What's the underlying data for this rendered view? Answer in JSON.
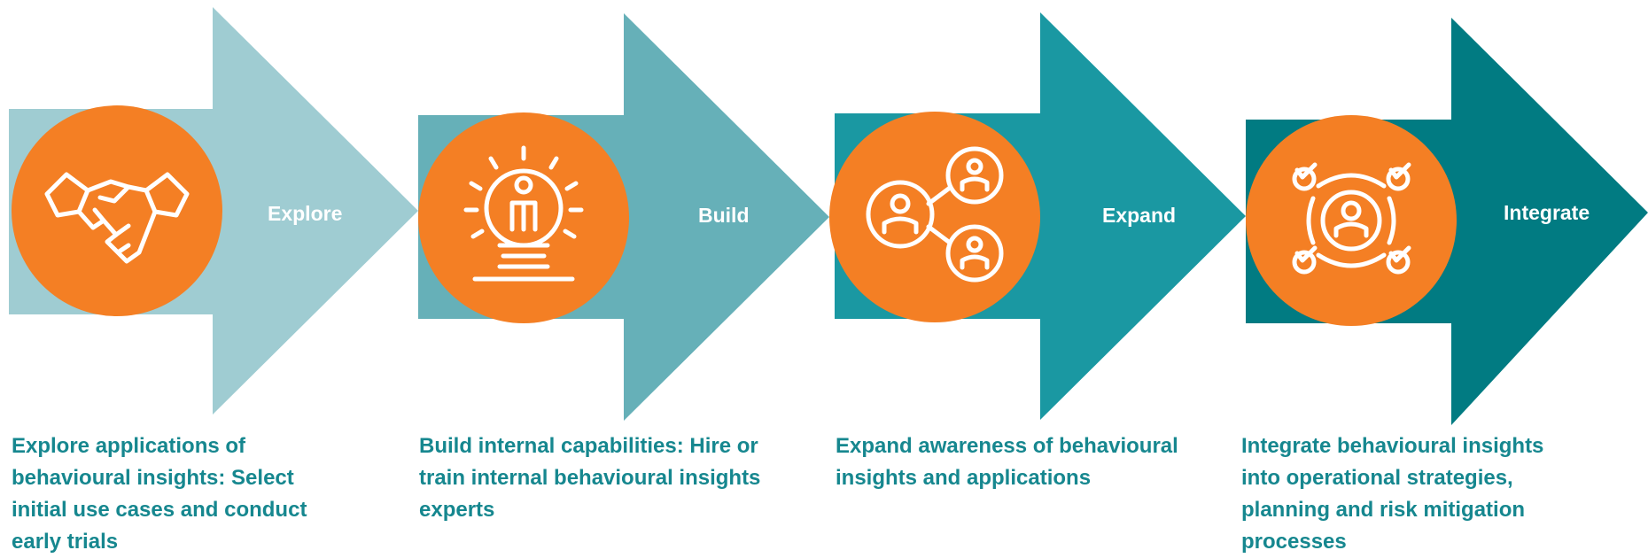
{
  "colors": {
    "explore_arrow": "#9fccd2",
    "build_arrow": "#66b0b8",
    "expand_arrow": "#1a98a2",
    "integrate_arrow": "#017b82",
    "circle": "#f47f24",
    "description_text": "#16878f"
  },
  "stages": [
    {
      "label": "Explore",
      "icon": "handshake-icon",
      "description": "Explore applications of behavioural insights: Select initial use cases and conduct early trials"
    },
    {
      "label": "Build",
      "icon": "lightbulb-person-icon",
      "description": "Build internal capabilities: Hire or train internal behavioural insights experts"
    },
    {
      "label": "Expand",
      "icon": "people-network-icon",
      "description": "Expand awareness of behavioural insights and applications"
    },
    {
      "label": "Integrate",
      "icon": "person-target-checks-icon",
      "description": "Integrate behavioural insights into operational strategies, planning and risk mitigation processes"
    }
  ]
}
